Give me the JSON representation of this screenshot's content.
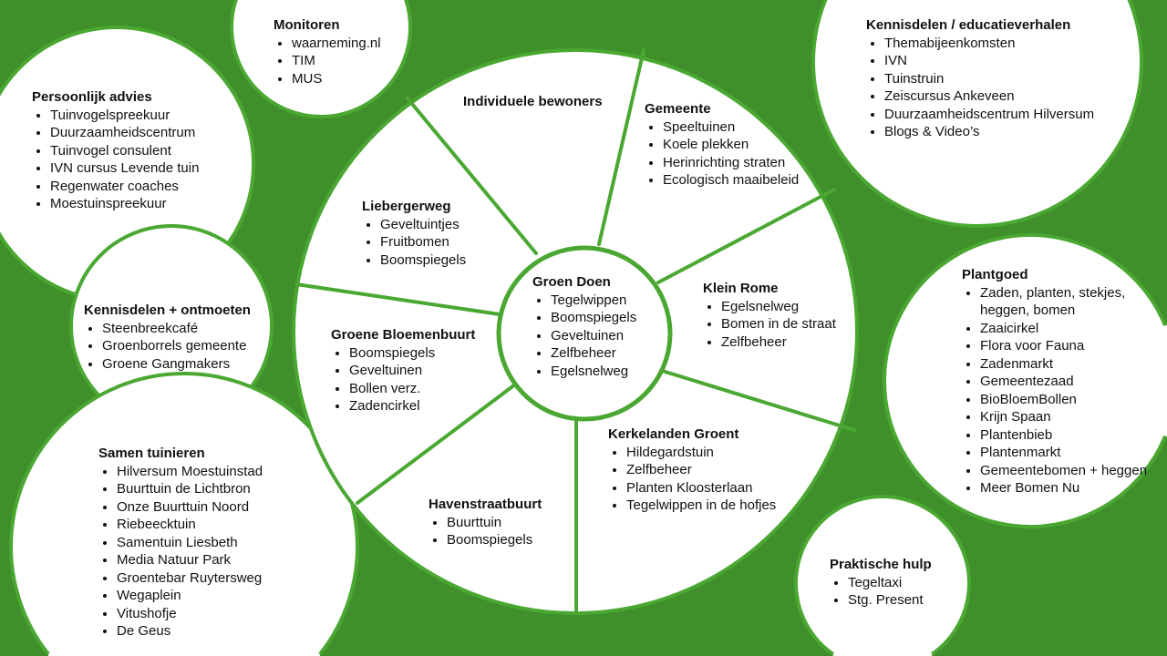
{
  "colors": {
    "background": "#3f8f2b",
    "line": "#4aa832",
    "circle_fill": "#ffffff"
  },
  "center": {
    "title": "Groen Doen",
    "items": [
      "Tegelwippen",
      "Boomspiegels",
      "Geveltuinen",
      "Zelfbeheer",
      "Egelsnelweg"
    ]
  },
  "segments": [
    {
      "title": "Individuele bewoners",
      "items": []
    },
    {
      "title": "Gemeente",
      "items": [
        "Speeltuinen",
        "Koele plekken",
        "Herinrichting straten",
        "Ecologisch maaibeleid"
      ]
    },
    {
      "title": "Klein Rome",
      "items": [
        "Egelsnelweg",
        "Bomen in de straat",
        "Zelfbeheer"
      ]
    },
    {
      "title": "Kerkelanden Groent",
      "items": [
        "Hildegardstuin",
        "Zelfbeheer",
        "Planten Kloosterlaan",
        "Tegelwippen in de hofjes"
      ]
    },
    {
      "title": "Havenstraatbuurt",
      "items": [
        "Buurttuin",
        "Boomspiegels"
      ]
    },
    {
      "title": "Groene Bloemenbuurt",
      "items": [
        "Boomspiegels",
        "Geveltuinen",
        "Bollen verz.",
        "Zadencirkel"
      ]
    },
    {
      "title": "Liebergerweg",
      "items": [
        "Geveltuintjes",
        "Fruitbomen",
        "Boomspiegels"
      ]
    }
  ],
  "satellites": [
    {
      "title": "Monitoren",
      "items": [
        "waarneming.nl",
        "TIM",
        "MUS"
      ]
    },
    {
      "title": "Persoonlijk advies",
      "items": [
        "Tuinvogelspreekuur",
        "Duurzaamheidscentrum",
        "Tuinvogel consulent",
        "IVN cursus Levende tuin",
        "Regenwater coaches",
        "Moestuinspreekuur"
      ]
    },
    {
      "title": "Kennisdelen + ontmoeten",
      "items": [
        "Steenbreekcafé",
        "Groenborrels gemeente",
        "Groene Gangmakers"
      ]
    },
    {
      "title": "Samen tuinieren",
      "items": [
        "Hilversum Moestuinstad",
        "Buurttuin de Lichtbron",
        "Onze Buurttuin Noord",
        "Riebeecktuin",
        "Samentuin Liesbeth",
        "Media Natuur Park",
        "Groentebar Ruytersweg",
        "Wegaplein",
        "Vitushofje",
        "De Geus"
      ]
    },
    {
      "title": "Kennisdelen / educatieverhalen",
      "items": [
        "Themabijeenkomsten",
        "IVN",
        "Tuinstruin",
        "Zeiscursus Ankeveen",
        "Duurzaamheidscentrum Hilversum",
        "Blogs & Video’s"
      ]
    },
    {
      "title": "Plantgoed",
      "items": [
        "Zaden, planten, stekjes, heggen, bomen",
        "Zaaicirkel",
        "Flora voor Fauna",
        "Zadenmarkt",
        "Gemeentezaad",
        "BioBloemBollen",
        "Krijn Spaan",
        "Plantenbieb",
        "Plantenmarkt",
        "Gemeentebomen + heggen",
        "Meer Bomen Nu"
      ]
    },
    {
      "title": "Praktische hulp",
      "items": [
        "Tegeltaxi",
        "Stg. Present"
      ]
    }
  ]
}
